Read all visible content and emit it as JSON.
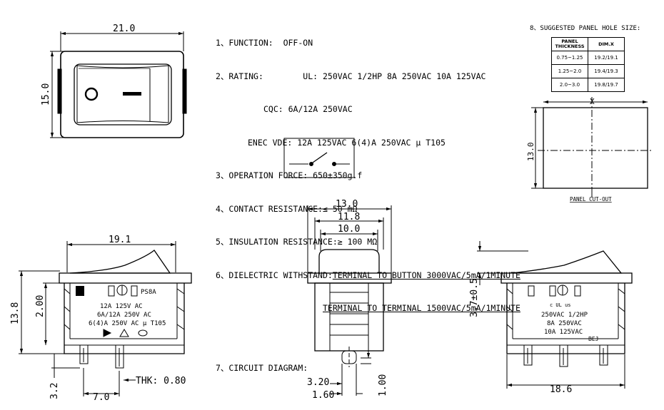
{
  "specs": {
    "function": "1、FUNCTION:  OFF-ON",
    "rating_ul": "2、RATING:        UL: 250VAC 1/2HP 8A 250VAC 10A 125VAC",
    "rating_cqc": "CQC: 6A/12A 250VAC",
    "rating_enec": "ENEC VDE: 12A 125VAC 6(4)A 250VAC μ T105",
    "operation_force": "3、OPERATION FORCE: 650±350g.f",
    "contact_resistance": "4、CONTACT RESISTANCE:≤ 50 mΩ",
    "insulation_resistance": "5、INSULATION RESISTANCE:≥ 100 MΩ",
    "dielectric_label": "6、DIELECTRIC WITHSTAND:",
    "dielectric_1": "TERMINAL TO BUTTON 3000VAC/5mA/1MINUTE",
    "dielectric_2": "TERMINAL TO TERMINAL 1500VAC/5mA/1MINUTE",
    "circuit_label": "7、CIRCUIT DIAGRAM:"
  },
  "panel": {
    "title": "8、SUGGESTED PANEL HOLE SIZE:",
    "headers": [
      "PANEL THICKNESS",
      "DIM.X"
    ],
    "rows": [
      [
        "0.75~1.25",
        "19.2/19.1"
      ],
      [
        "1.25~2.0",
        "19.4/19.3"
      ],
      [
        "2.0~3.0",
        "19.8/19.7"
      ]
    ],
    "cutout_x": "X",
    "cutout_h": "13.0",
    "cutout_label": "PANEL CUT-OUT"
  },
  "front": {
    "width": "21.0",
    "height": "15.0",
    "off": "O",
    "on": "—"
  },
  "side1": {
    "top": "19.1",
    "height": "13.8",
    "h2": "2.00",
    "pin_gap": "7.0",
    "pin_len": "3.2",
    "thk": "THK: 0.80",
    "brand": "PS8A",
    "label1": "12A 125V AC",
    "label2": "6A/12A 250V AC",
    "label3": "6(4)A 250V AC μ T105"
  },
  "end": {
    "w1": "13.0",
    "w2": "11.8",
    "w3": "10.0",
    "d1": "3.20",
    "d2": "1.60",
    "d3": "1.00"
  },
  "side2": {
    "h": "3.7±0.5",
    "bottom": "18.6",
    "label1": "250VAC 1/2HP",
    "label2": "8A  250VAC",
    "label3": "10A  125VAC",
    "mark": "BEJ",
    "cert": "c UL us"
  }
}
